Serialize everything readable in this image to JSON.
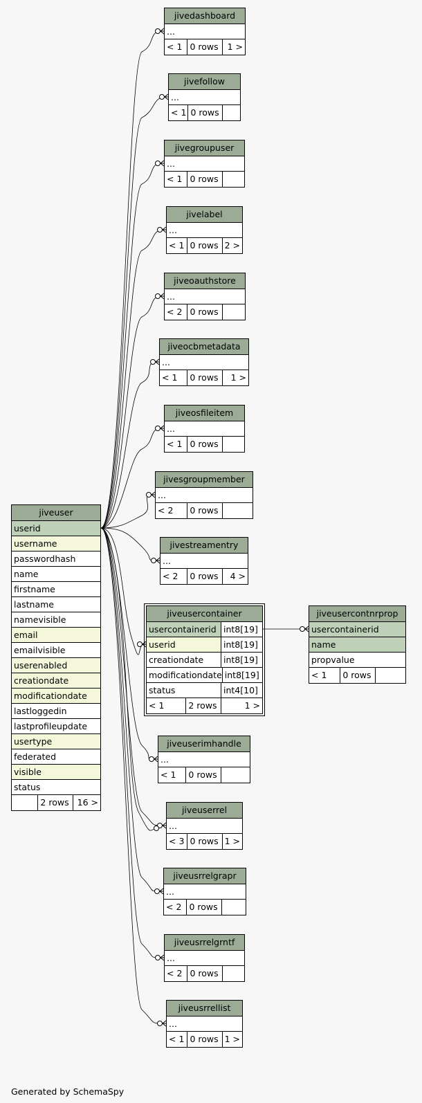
{
  "footer": "Generated by SchemaSpy",
  "jiveuser": {
    "name": "jiveuser",
    "columns": [
      {
        "name": "userid",
        "kind": "pk"
      },
      {
        "name": "username",
        "kind": "idx"
      },
      {
        "name": "passwordhash",
        "kind": ""
      },
      {
        "name": "name",
        "kind": ""
      },
      {
        "name": "firstname",
        "kind": ""
      },
      {
        "name": "lastname",
        "kind": ""
      },
      {
        "name": "namevisible",
        "kind": ""
      },
      {
        "name": "email",
        "kind": "idx"
      },
      {
        "name": "emailvisible",
        "kind": ""
      },
      {
        "name": "userenabled",
        "kind": "idx"
      },
      {
        "name": "creationdate",
        "kind": "idx"
      },
      {
        "name": "modificationdate",
        "kind": "idx"
      },
      {
        "name": "lastloggedin",
        "kind": ""
      },
      {
        "name": "lastprofileupdate",
        "kind": ""
      },
      {
        "name": "usertype",
        "kind": "idx"
      },
      {
        "name": "federated",
        "kind": ""
      },
      {
        "name": "visible",
        "kind": "idx"
      },
      {
        "name": "status",
        "kind": ""
      }
    ],
    "footer": [
      "",
      "2 rows",
      "16 >"
    ]
  },
  "related_tables": [
    {
      "name": "jivedashboard",
      "ellipsis": "...",
      "footer": [
        "< 1",
        "0 rows",
        "1 >"
      ]
    },
    {
      "name": "jivefollow",
      "ellipsis": "...",
      "footer": [
        "< 1",
        "0 rows",
        ""
      ]
    },
    {
      "name": "jivegroupuser",
      "ellipsis": "...",
      "footer": [
        "< 1",
        "0 rows",
        ""
      ]
    },
    {
      "name": "jivelabel",
      "ellipsis": "...",
      "footer": [
        "< 1",
        "0 rows",
        "2 >"
      ]
    },
    {
      "name": "jiveoauthstore",
      "ellipsis": "...",
      "footer": [
        "< 2",
        "0 rows",
        ""
      ]
    },
    {
      "name": "jiveocbmetadata",
      "ellipsis": "...",
      "footer": [
        "< 1",
        "0 rows",
        "1 >"
      ]
    },
    {
      "name": "jiveosfileitem",
      "ellipsis": "...",
      "footer": [
        "< 1",
        "0 rows",
        ""
      ]
    },
    {
      "name": "jivesgroupmember",
      "ellipsis": "...",
      "footer": [
        "< 2",
        "0 rows",
        ""
      ]
    },
    {
      "name": "jivestreamentry",
      "ellipsis": "...",
      "footer": [
        "< 2",
        "0 rows",
        "4 >"
      ]
    },
    {
      "name": "jiveuserimhandle",
      "ellipsis": "...",
      "footer": [
        "< 1",
        "0 rows",
        ""
      ]
    },
    {
      "name": "jiveuserrel",
      "ellipsis": "...",
      "footer": [
        "< 3",
        "0 rows",
        "1 >"
      ]
    },
    {
      "name": "jiveusrrelgrapr",
      "ellipsis": "...",
      "footer": [
        "< 2",
        "0 rows",
        ""
      ]
    },
    {
      "name": "jiveusrrelgrntf",
      "ellipsis": "...",
      "footer": [
        "< 2",
        "0 rows",
        ""
      ]
    },
    {
      "name": "jiveusrrellist",
      "ellipsis": "...",
      "footer": [
        "< 1",
        "0 rows",
        "1 >"
      ]
    }
  ],
  "jiveusercontainer": {
    "name": "jiveusercontainer",
    "columns": [
      {
        "name": "usercontainerid",
        "type": "int8[19]",
        "kind": "pk"
      },
      {
        "name": "userid",
        "type": "int8[19]",
        "kind": "idx"
      },
      {
        "name": "creationdate",
        "type": "int8[19]",
        "kind": ""
      },
      {
        "name": "modificationdate",
        "type": "int8[19]",
        "kind": ""
      },
      {
        "name": "status",
        "type": "int4[10]",
        "kind": ""
      }
    ],
    "footer": [
      "< 1",
      "2 rows",
      "1 >"
    ]
  },
  "jiveusercontnrprop": {
    "name": "jiveusercontnrprop",
    "columns": [
      {
        "name": "usercontainerid",
        "kind": "pk"
      },
      {
        "name": "name",
        "kind": "pk"
      },
      {
        "name": "propvalue",
        "kind": ""
      }
    ],
    "footer": [
      "< 1",
      "0 rows",
      ""
    ]
  },
  "colors": {
    "header": "#9bab96",
    "pk": "#bed1b8",
    "indexed": "#f4f7da",
    "background": "#f7f7f7"
  }
}
